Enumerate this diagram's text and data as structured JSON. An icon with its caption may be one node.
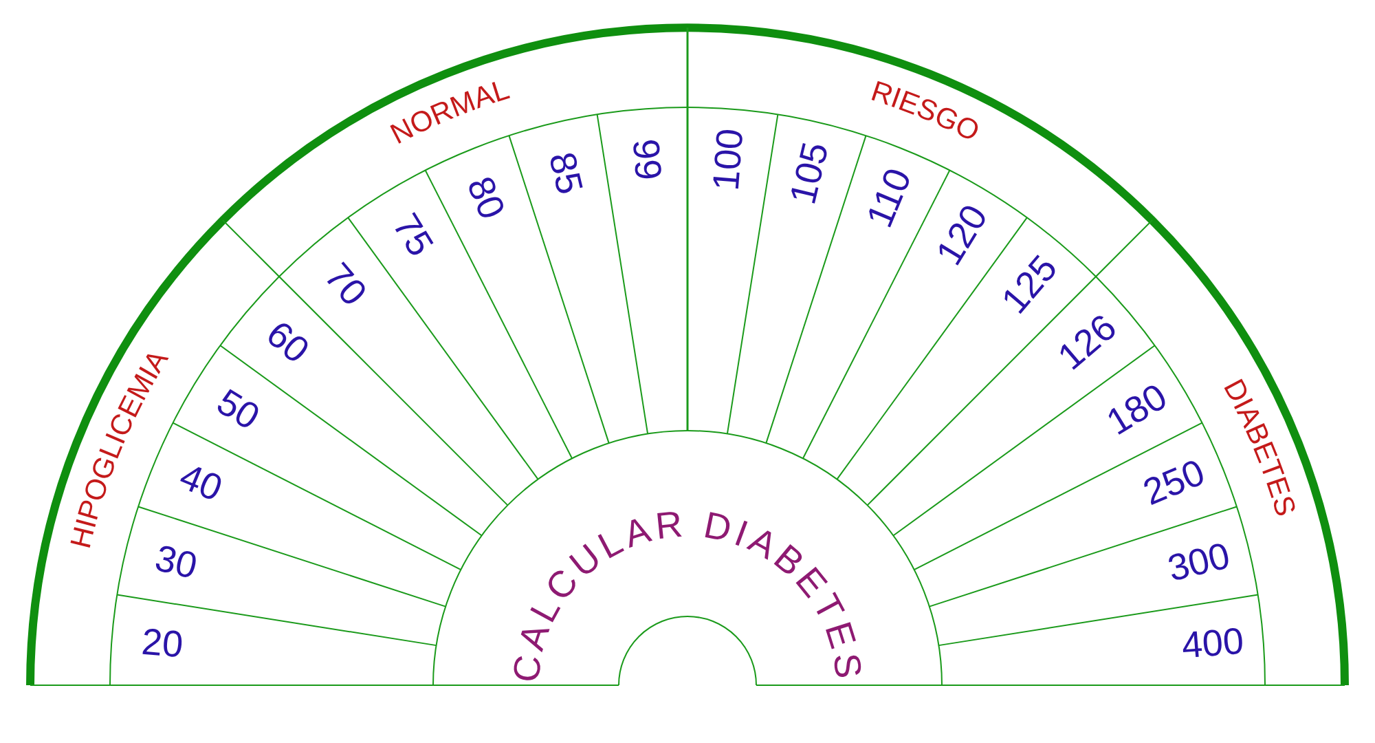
{
  "diagram": {
    "nodes": [
      {
        "text": [
          "HIPOGLICEMIA"
        ]
      },
      {
        "text": [
          "NORMAL"
        ]
      },
      {
        "text": [
          "RIESGO"
        ]
      },
      {
        "text": [
          "DIABETES"
        ]
      },
      {
        "text": [
          "20"
        ]
      },
      {
        "text": [
          "30"
        ]
      },
      {
        "text": [
          "40"
        ]
      },
      {
        "text": [
          "50"
        ]
      },
      {
        "text": [
          "60"
        ]
      },
      {
        "text": [
          "70"
        ]
      },
      {
        "text": [
          "75"
        ]
      },
      {
        "text": [
          "80"
        ]
      },
      {
        "text": [
          "85"
        ]
      },
      {
        "text": [
          "99"
        ]
      },
      {
        "text": [
          "100"
        ]
      },
      {
        "text": [
          "105"
        ]
      },
      {
        "text": [
          "110"
        ]
      },
      {
        "text": [
          "120"
        ]
      },
      {
        "text": [
          "125"
        ]
      },
      {
        "text": [
          "126"
        ]
      },
      {
        "text": [
          "180"
        ]
      },
      {
        "text": [
          "250"
        ]
      },
      {
        "text": [
          "300"
        ]
      },
      {
        "text": [
          "400"
        ]
      },
      {
        "text": [
          "CALCULAR DIABETES"
        ]
      }
    ]
  }
}
